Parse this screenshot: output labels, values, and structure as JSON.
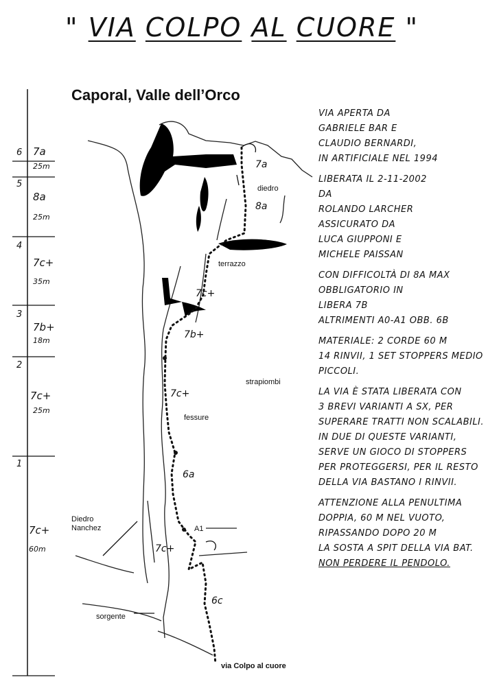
{
  "title": {
    "part1": "\"",
    "via": "Via",
    "colpo": "Colpo",
    "al": "al",
    "cuore": "Cuore",
    "part2": "\""
  },
  "subtitle": "Caporal, Valle dell’Orco",
  "notes": [
    "Via aperta da\nGabriele Bar e\nClaudio Bernardi,\nin artificiale nel 1994",
    "Liberata il 2-11-2002\nda\nRolando Larcher\nassicurato da\nLuca Giupponi e\nMichele Paissan",
    "Con difficoltà di 8a max\nobbligatorio in\nlibera 7b\naltrimenti A0-A1 obb. 6b",
    "Materiale: 2 corde 60 m\n14 rinvii, 1 set stoppers medio piccoli.",
    "La via è stata liberata con\n3 brevi varianti a sx, per\nsuperare tratti non scalabili.\nIn due di queste varianti,\nserve un gioco di stoppers\nper proteggersi, per il resto\ndella via bastano i rinvii.",
    "Attenzione alla penultima\ndoppia, 60 m nel vuoto,\nripassando dopo 20 m\nla sosta a spit della via"
  ],
  "notes_last": {
    "bat": "BAT.",
    "underlined": "Non perdere il pendolo."
  },
  "pitch_scale": [
    {
      "num": "6",
      "grade": "7a",
      "len": "25m"
    },
    {
      "num": "5",
      "grade": "8a",
      "len": "25m"
    },
    {
      "num": "4",
      "grade": "7c+",
      "len": "35m"
    },
    {
      "num": "3",
      "grade": "7b+",
      "len": "18m"
    },
    {
      "num": "2",
      "grade": "7c+",
      "len": "25m"
    },
    {
      "num": "1",
      "grade": "7c+",
      "len": "60m"
    }
  ],
  "topo_labels": {
    "diedro": "diedro",
    "terrazzo": "terrazzo",
    "strapiombi": "strapiombi",
    "fessure": "fessure",
    "diedro_nanchez_1": "Diedro",
    "diedro_nanchez_2": "Nanchez",
    "sorgente": "sorgente",
    "a1": "A1",
    "route_name": "via Colpo al cuore"
  },
  "topo_grades": {
    "g7a": "7a",
    "g8a": "8a",
    "g7c1": "7c+",
    "g7b": "7b+",
    "g7c2": "7c+",
    "g6a": "6a",
    "g7c3": "7c+",
    "g6c": "6c"
  }
}
